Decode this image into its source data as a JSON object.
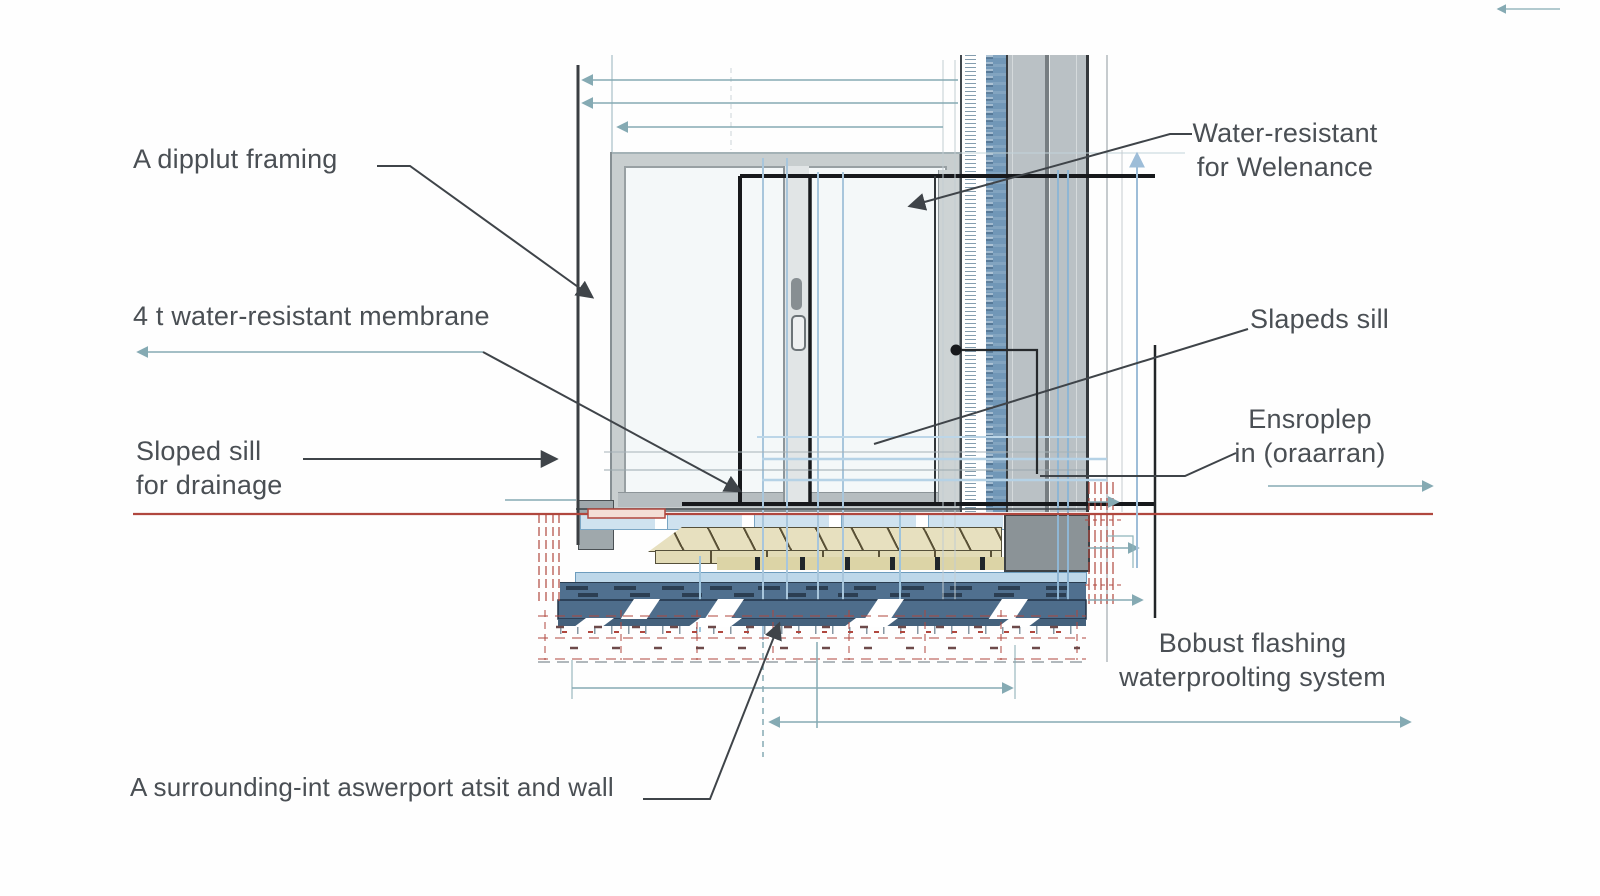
{
  "diagram": {
    "kind": "architectural-detail-section",
    "subject": "sliding-door-sill-flashing-detail",
    "labels": {
      "framing": {
        "text": "A dipplut framing"
      },
      "membrane": {
        "text": "4 t water-resistant membrane"
      },
      "sloped_sill": {
        "line1": "Sloped sill",
        "line2": "for drainage"
      },
      "surrounding": {
        "text": "A surrounding-int aswerport atsit and wall"
      },
      "water_resistant": {
        "line1": "Water-resistant",
        "line2": "for Welenance"
      },
      "slapeds_sill": {
        "text": "Slapeds sill"
      },
      "ensroplep": {
        "line1": "Ensroplep",
        "line2": "in (oraarran)"
      },
      "flashing": {
        "line1": "Bobust flashing",
        "line2": "waterproolting system"
      }
    },
    "colors": {
      "label_text": "#4a4f54",
      "leader_dark": "#3f4449",
      "dimension_teal": "#85aab3",
      "dimension_blue": "#9dbdd8",
      "accent_red": "#b0473e",
      "foundation_dash": "#6d4a4a",
      "membrane_blue": "#7197b7",
      "wall_gray": "#bac1c5",
      "sill_tan": "#e7e0bf",
      "slate_blue": "#50708f",
      "light_blue_band": "#bdd7e9",
      "frame_gray": "#c8cecf"
    }
  }
}
